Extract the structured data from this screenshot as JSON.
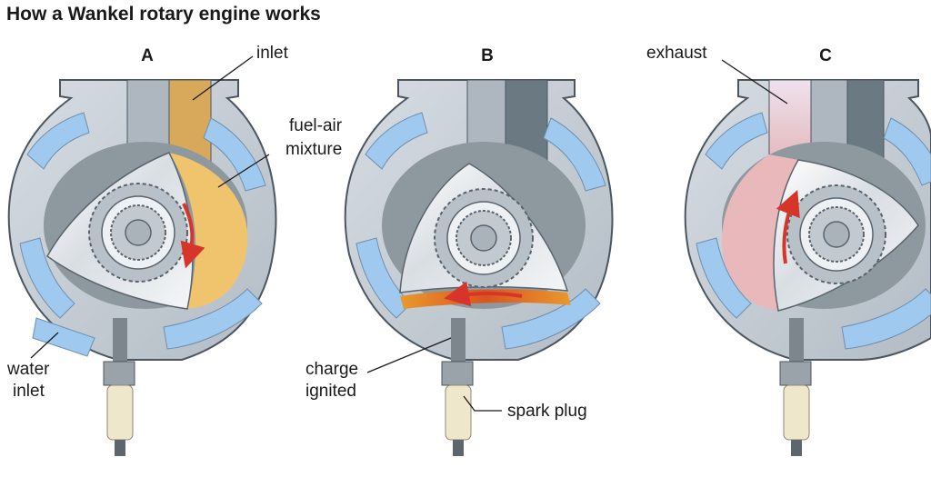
{
  "title": "How a Wankel rotary engine works",
  "stages": [
    "A",
    "B",
    "C"
  ],
  "labels": {
    "inlet": "inlet",
    "fuel_air_1": "fuel-air",
    "fuel_air_2": "mixture",
    "water_1": "water",
    "water_2": "inlet",
    "exhaust": "exhaust",
    "charge_1": "charge",
    "charge_2": "ignited",
    "spark_plug": "spark plug"
  },
  "colors": {
    "housing": "#c7ced6",
    "housing_edge": "#4b5660",
    "chamber": "#8e989f",
    "coolant": "#9fc9ee",
    "fuel_mixture": "#f0c46c",
    "exhaust_gas": "#e9b8bb",
    "flame": "#e8862a",
    "arrow": "#d8352a",
    "rotor": "#e6e9ec"
  }
}
